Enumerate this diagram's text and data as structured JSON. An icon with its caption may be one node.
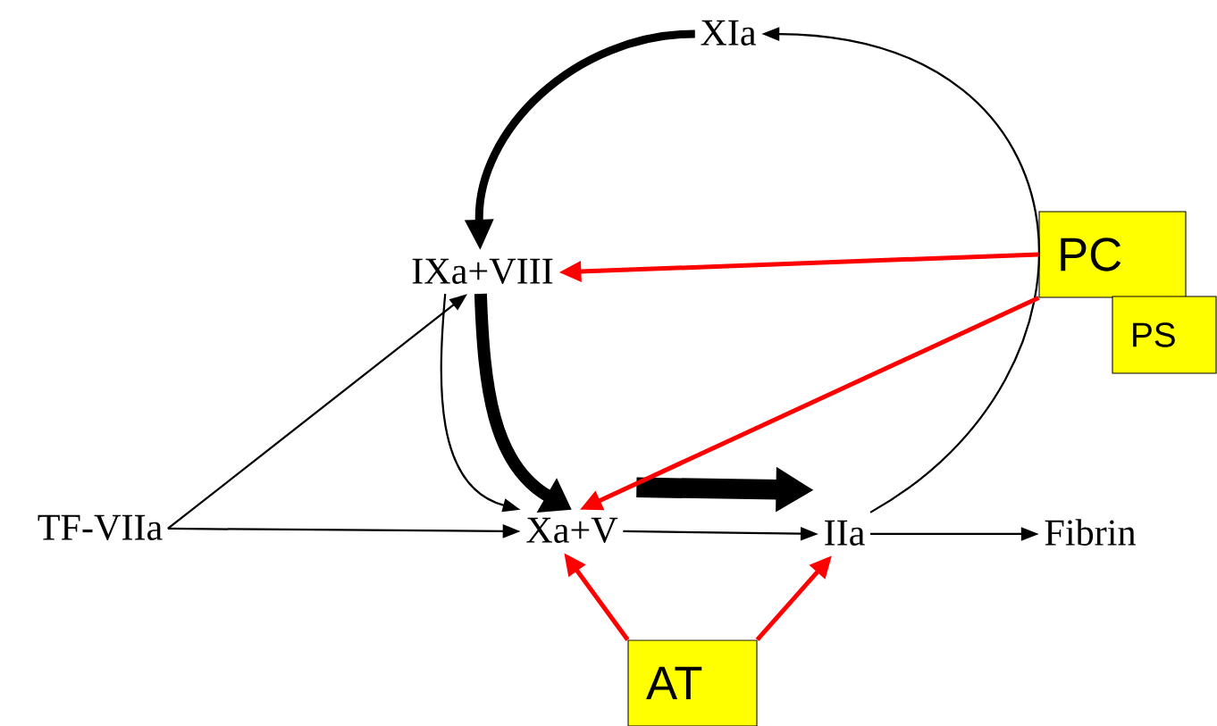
{
  "diagram": {
    "nodes": [
      {
        "text": [
          "XIa"
        ]
      },
      {
        "text": [
          "IXa+VIII"
        ]
      },
      {
        "text": [
          "TF-VIIa"
        ]
      },
      {
        "text": [
          "Xa+V"
        ]
      },
      {
        "text": [
          "IIa"
        ]
      },
      {
        "text": [
          "Fibrin"
        ]
      },
      {
        "text": [
          "PC"
        ]
      },
      {
        "text": [
          "PS"
        ]
      },
      {
        "text": [
          "AT"
        ]
      }
    ],
    "edges": [
      {
        "from": 0,
        "to": 1,
        "arrow": "to",
        "style": "thick"
      },
      {
        "from": 4,
        "to": 0,
        "arrow": "to"
      },
      {
        "from": 1,
        "to": 3,
        "arrow": "to",
        "style": "thick"
      },
      {
        "from": 1,
        "to": 3,
        "arrow": "to"
      },
      {
        "from": 2,
        "to": 1,
        "arrow": "to"
      },
      {
        "from": 2,
        "to": 3,
        "arrow": "to"
      },
      {
        "from": 3,
        "to": 4,
        "arrow": "to"
      },
      {
        "from": 3,
        "to": 4,
        "arrow": "to",
        "style": "thick"
      },
      {
        "from": 4,
        "to": 5,
        "arrow": "to"
      },
      {
        "from": 6,
        "to": 1,
        "arrow": "to",
        "color": "#ff0000"
      },
      {
        "from": 6,
        "to": 3,
        "arrow": "to",
        "color": "#ff0000"
      },
      {
        "from": 8,
        "to": 3,
        "arrow": "to",
        "color": "#ff0000"
      },
      {
        "from": 8,
        "to": 4,
        "arrow": "to",
        "color": "#ff0000"
      }
    ]
  }
}
